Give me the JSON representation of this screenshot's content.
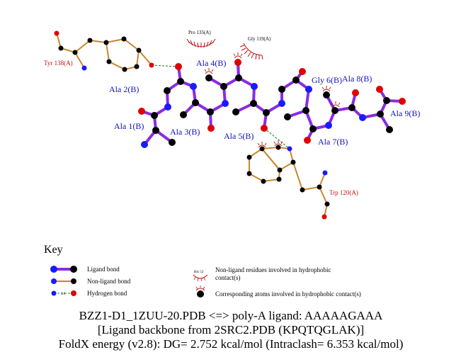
{
  "residue_labels": {
    "tyr138": "Tyr 138(A)",
    "pro135": "Pro 135(A)",
    "gly119": "Gly 119(A)",
    "trp120": "Trp 120(A)",
    "ala1": "Ala 1(B)",
    "ala2": "Ala 2(B)",
    "ala3": "Ala 3(B)",
    "ala4": "Ala 4(B)",
    "ala5": "Ala 5(B)",
    "gly6": "Gly 6(B)",
    "ala7": "Ala 7(B)",
    "ala8": "Ala 8(B)",
    "ala9": "Ala 9(B)"
  },
  "key": {
    "title": "Key",
    "ligand_bond": "Ligand bond",
    "nonligand_bond": "Non-ligand bond",
    "hydrogen_bond": "Hydrogen bond",
    "hbond_length_sample": "3.0",
    "sample_residue": "His 53",
    "hydrophobic_residues_line1": "Non-ligand residues involved in hydrophobic",
    "hydrophobic_residues_line2": "contact(s)",
    "hydrophobic_atoms": "Corresponding atoms involved in hydrophobic contact(s)"
  },
  "caption": {
    "line1": "BZZ1-D1_1ZUU-20.PDB <=> poly-A ligand: AAAAAGAAA",
    "line2": "[Ligand backbone from 2SRC2.PDB (KPQTQGLAK)]",
    "line3": "FoldX energy (v2.8): DG= 2.752 kcal/mol (Intraclash= 6.353 kcal/mol)"
  },
  "colors": {
    "ligand_bond": "#8a2be2",
    "nonligand_bond": "#c8872a",
    "hydrogen_bond": "#2e8b2e",
    "carbon": "#000000",
    "nitrogen": "#1a1aff",
    "oxygen": "#e00000",
    "hydrophobic": "#c01010",
    "residue_label": "#1010c0",
    "contact_label": "#c01010"
  }
}
